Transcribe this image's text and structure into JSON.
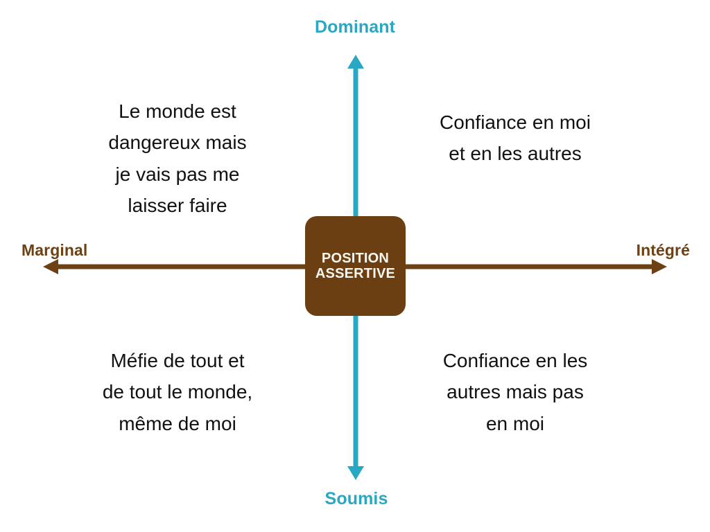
{
  "diagram": {
    "type": "quadrant-cross",
    "background_color": "#ffffff",
    "colors": {
      "vertical_axis": "#29A8C4",
      "horizontal_axis": "#6E4114",
      "center_node_fill": "#6B3F12",
      "center_node_text": "#FBF7F2",
      "quadrant_text": "#111111"
    },
    "center_node": {
      "name": "position-assertive",
      "lines": [
        "POSITION",
        "ASSERTIVE"
      ]
    },
    "axes": {
      "vertical": {
        "name": "dominance-axis",
        "color": "#29A8C4",
        "top_label": "Dominant",
        "bottom_label": "Soumis"
      },
      "horizontal": {
        "name": "integration-axis",
        "color": "#6E4114",
        "left_label": "Marginal",
        "right_label": "Intégré"
      }
    },
    "quadrants": [
      {
        "id": "top-left",
        "name": "quadrant-dominant-marginal",
        "lines": [
          "Le monde est",
          "dangereux mais",
          "je vais pas me",
          "laisser faire"
        ]
      },
      {
        "id": "top-right",
        "name": "quadrant-dominant-integre",
        "lines": [
          "Confiance en moi",
          "et en les autres"
        ]
      },
      {
        "id": "bottom-left",
        "name": "quadrant-soumis-marginal",
        "lines": [
          "Méfie de tout et",
          "de tout le monde,",
          "même de moi"
        ]
      },
      {
        "id": "bottom-right",
        "name": "quadrant-soumis-integre",
        "lines": [
          "Confiance en les",
          "autres mais pas",
          "en moi"
        ]
      }
    ]
  }
}
